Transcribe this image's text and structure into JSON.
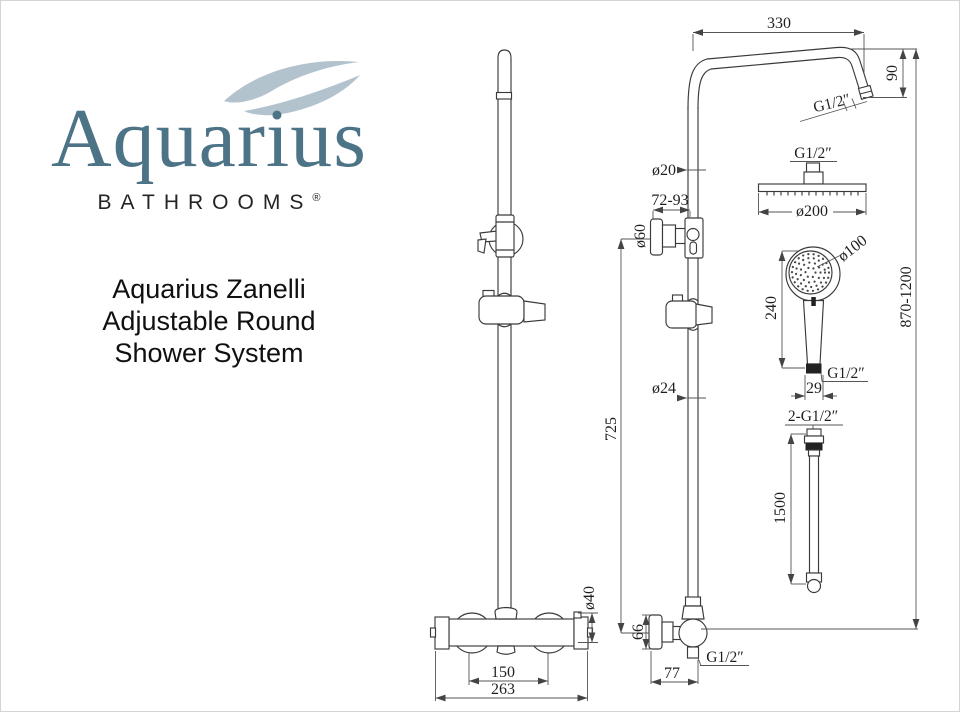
{
  "logo": {
    "brand": "Aquarius",
    "sub": "BATHROOMS",
    "registered": "®",
    "brand_color": "#4d7386",
    "swoosh_color": "#b2c3ce"
  },
  "product": {
    "line1": "Aquarius Zanelli",
    "line2": "Adjustable Round",
    "line3": "Shower System"
  },
  "drawing": {
    "line_color": "#3a3a3a",
    "dim_color": "#1f1f1f",
    "dims": {
      "arm_reach": "330",
      "arm_drop": "90",
      "arm_outlet": "G1/2″",
      "head_inlet": "G1/2″",
      "head_dia": "ø200",
      "riser_upper_dia": "ø20",
      "bracket_adjust": "72-93",
      "bracket_dia": "ø60",
      "hand_dia": "ø100",
      "hand_len": "240",
      "hand_inlet": "G1/2″",
      "hand_grip": "29",
      "hose_threads": "2-G1/2″",
      "hose_len": "1500",
      "height_range": "870-1200",
      "riser_len": "725",
      "riser_lower_dia": "ø24",
      "valve_flange_dia": "66",
      "valve_depth": "77",
      "valve_outlet": "G1/2″",
      "valve_centres": "150",
      "valve_width": "263",
      "valve_body_dia": "ø40"
    }
  }
}
